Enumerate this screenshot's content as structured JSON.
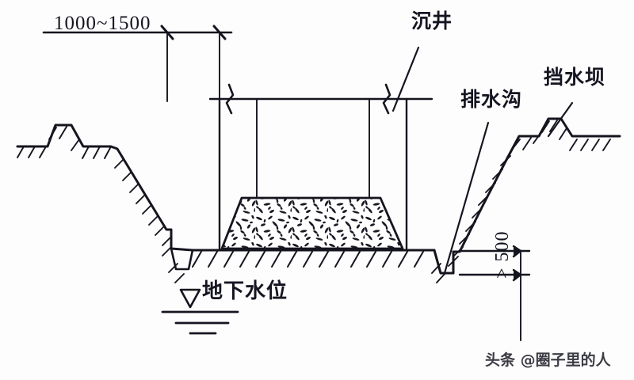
{
  "figure": {
    "type": "engineering-cross-section",
    "background_color": "#fdfdfd",
    "ink_color": "#15151f"
  },
  "dimensions": {
    "top": {
      "label": "1000~1500",
      "units": "mm",
      "position": "top-left"
    },
    "bottom_right": {
      "label": "> 500",
      "units": "mm",
      "orientation": "vertical",
      "position": "bottom-right"
    }
  },
  "annotations": [
    {
      "id": "caisson",
      "label": "沉井",
      "leader": true,
      "points_to": "caisson-wall-right"
    },
    {
      "id": "drainage-ditch",
      "label": "排水沟",
      "leader": true,
      "points_to": "ditch-right"
    },
    {
      "id": "retaining-dam",
      "label": "挡水坝",
      "leader": true,
      "points_to": "dam-mound"
    },
    {
      "id": "groundwater-level",
      "label": "地下水位",
      "leader": false,
      "symbol": "water-table-triangle"
    }
  ],
  "elements": {
    "ground_left": "earth-surface-hatched",
    "ground_right": "earth-surface-hatched",
    "excavation_pit": "trench",
    "fill_mound": "gravel-rubble-trapezoid",
    "caisson_walls": "vertical-shaft-walls",
    "break_marks": "zigzag-break-symbol",
    "pit_bottom": "hatched-base"
  },
  "watermark": {
    "text": "头条 @圈子里的人"
  }
}
